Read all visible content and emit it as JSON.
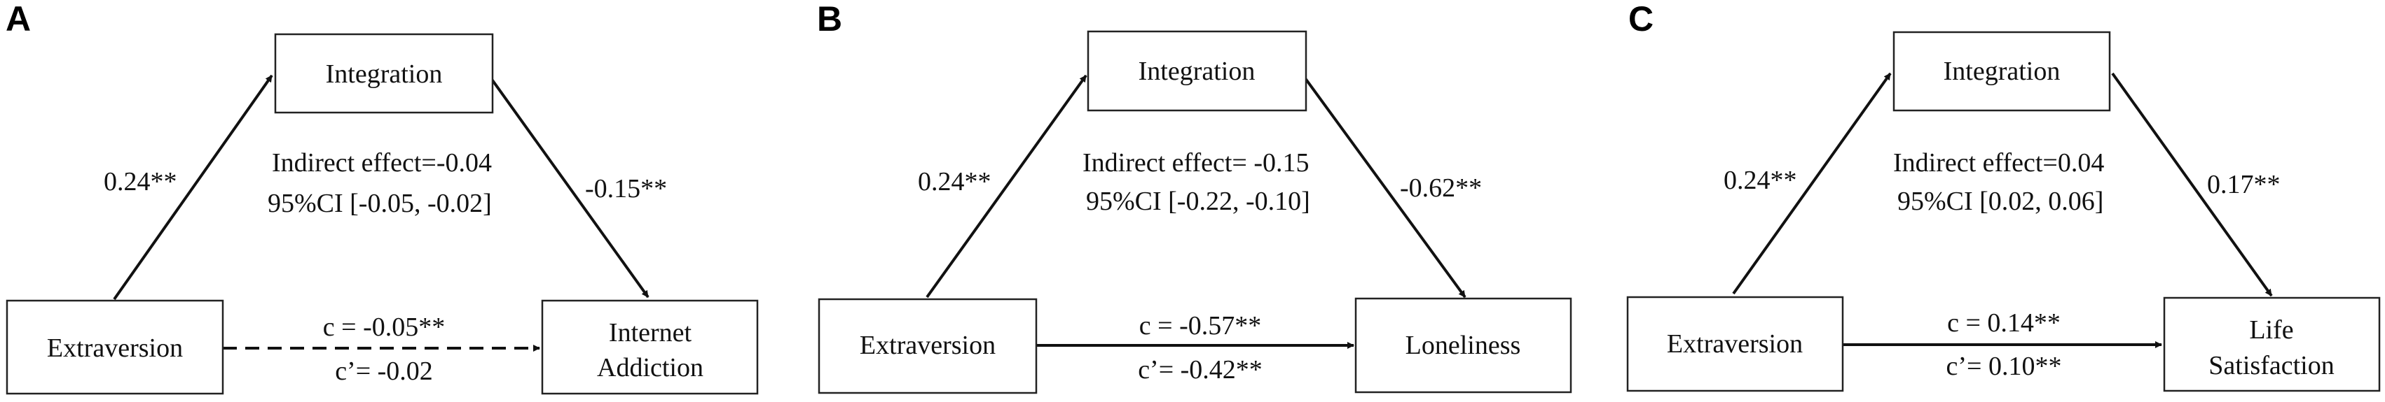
{
  "panels": [
    {
      "letter": "A",
      "mediator": "Integration",
      "predictor": "Extraversion",
      "outcome_lines": [
        "Internet",
        "Addiction"
      ],
      "path_a": "0.24**",
      "path_b": "-0.15**",
      "indirect_effect": "Indirect effect=-0.04",
      "ci": "95%CI [-0.05, -0.02]",
      "c": "c = -0.05**",
      "c_prime": "c’= -0.02",
      "direct_path_style": "dashed"
    },
    {
      "letter": "B",
      "mediator": "Integration",
      "predictor": "Extraversion",
      "outcome_lines": [
        "Loneliness"
      ],
      "path_a": "0.24**",
      "path_b": "-0.62**",
      "indirect_effect": "Indirect effect= -0.15",
      "ci": "95%CI [-0.22, -0.10]",
      "c": "c = -0.57**",
      "c_prime": "c’= -0.42**",
      "direct_path_style": "solid"
    },
    {
      "letter": "C",
      "mediator": "Integration",
      "predictor": "Extraversion",
      "outcome_lines": [
        "Life",
        "Satisfaction"
      ],
      "path_a": "0.24**",
      "path_b": "0.17**",
      "indirect_effect": "Indirect effect=0.04",
      "ci": "95%CI [0.02, 0.06]",
      "c": "c = 0.14**",
      "c_prime": "c’= 0.10**",
      "direct_path_style": "solid"
    }
  ]
}
